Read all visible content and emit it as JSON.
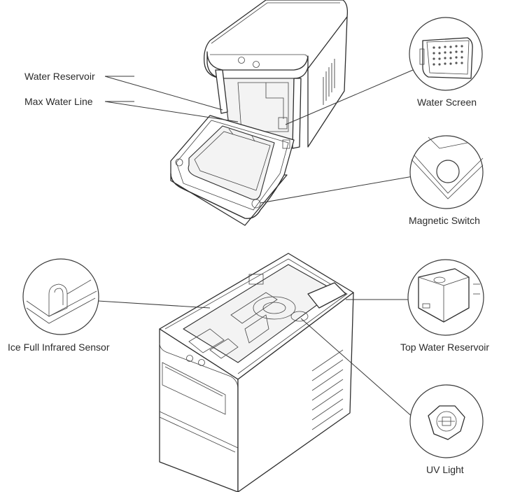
{
  "labels": {
    "water_reservoir": "Water Reservoir",
    "max_water_line": "Max Water Line",
    "water_screen": "Water Screen",
    "magnetic_switch": "Magnetic Switch",
    "ice_full_infrared_sensor": "Ice Full Infrared Sensor",
    "top_water_reservoir": "Top Water Reservoir",
    "uv_light": "UV Light"
  },
  "colors": {
    "line": "#2e2e2e",
    "text": "#2b2b2b",
    "background": "#ffffff"
  }
}
